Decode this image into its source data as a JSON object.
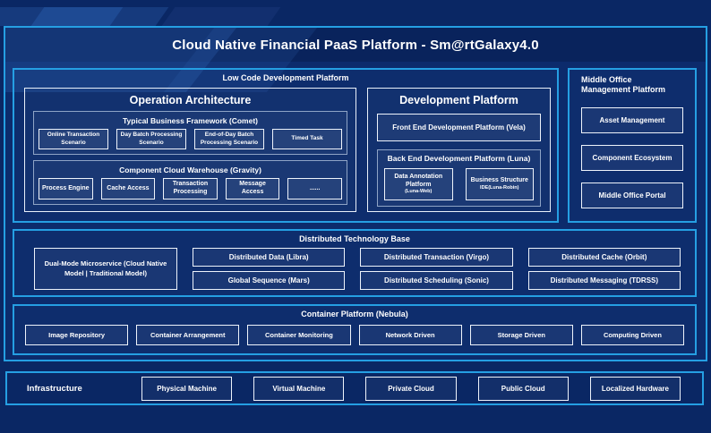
{
  "title": "Cloud Native Financial PaaS Platform - Sm@rtGalaxy4.0",
  "colors": {
    "background": "#0a2764",
    "panel_border_blue": "#259fe3",
    "box_border_white": "#eef3fb",
    "group_border_gray": "#8fa4c6",
    "text": "#ffffff"
  },
  "low_code": {
    "label": "Low Code Development Platform",
    "operation": {
      "title": "Operation Architecture",
      "comet": {
        "title": "Typical Business Framework (Comet)",
        "items": [
          "Online Transaction Scenario",
          "Day Batch Processing Scenario",
          "End-of-Day Batch Processing Scenario",
          "Timed Task"
        ]
      },
      "gravity": {
        "title": "Component Cloud Warehouse (Gravity)",
        "items": [
          "Process Engine",
          "Cache Access",
          "Transaction Processing",
          "Message Access",
          "......"
        ]
      }
    },
    "development": {
      "title": "Development Platform",
      "front_end": "Front End Development Platform (Vela)",
      "back_end": {
        "title": "Back End Development Platform (Luna)",
        "items": [
          {
            "line1": "Data Annotation Platform",
            "line2": "(Luna-Web)"
          },
          {
            "line1": "Business Structure",
            "line2": "IDE(Luna-Robin)"
          }
        ]
      }
    }
  },
  "middle_office": {
    "label": "Middle Office Management Platform",
    "items": [
      "Asset Management",
      "Component Ecosystem",
      "Middle Office Portal"
    ]
  },
  "distributed": {
    "label": "Distributed Technology Base",
    "dual_mode": "Dual-Mode Microservice (Cloud Native Model | Traditional Model)",
    "items": [
      "Distributed Data (Libra)",
      "Distributed Transaction (Virgo)",
      "Distributed Cache (Orbit)",
      "Global Sequence (Mars)",
      "Distributed Scheduling (Sonic)",
      "Distributed Messaging (TDRSS)"
    ]
  },
  "container_platform": {
    "label": "Container Platform (Nebula)",
    "items": [
      "Image Repository",
      "Container Arrangement",
      "Container Monitoring",
      "Network Driven",
      "Storage Driven",
      "Computing Driven"
    ]
  },
  "infrastructure": {
    "label": "Infrastructure",
    "items": [
      "Physical Machine",
      "Virtual Machine",
      "Private Cloud",
      "Public Cloud",
      "Localized Hardware"
    ]
  }
}
